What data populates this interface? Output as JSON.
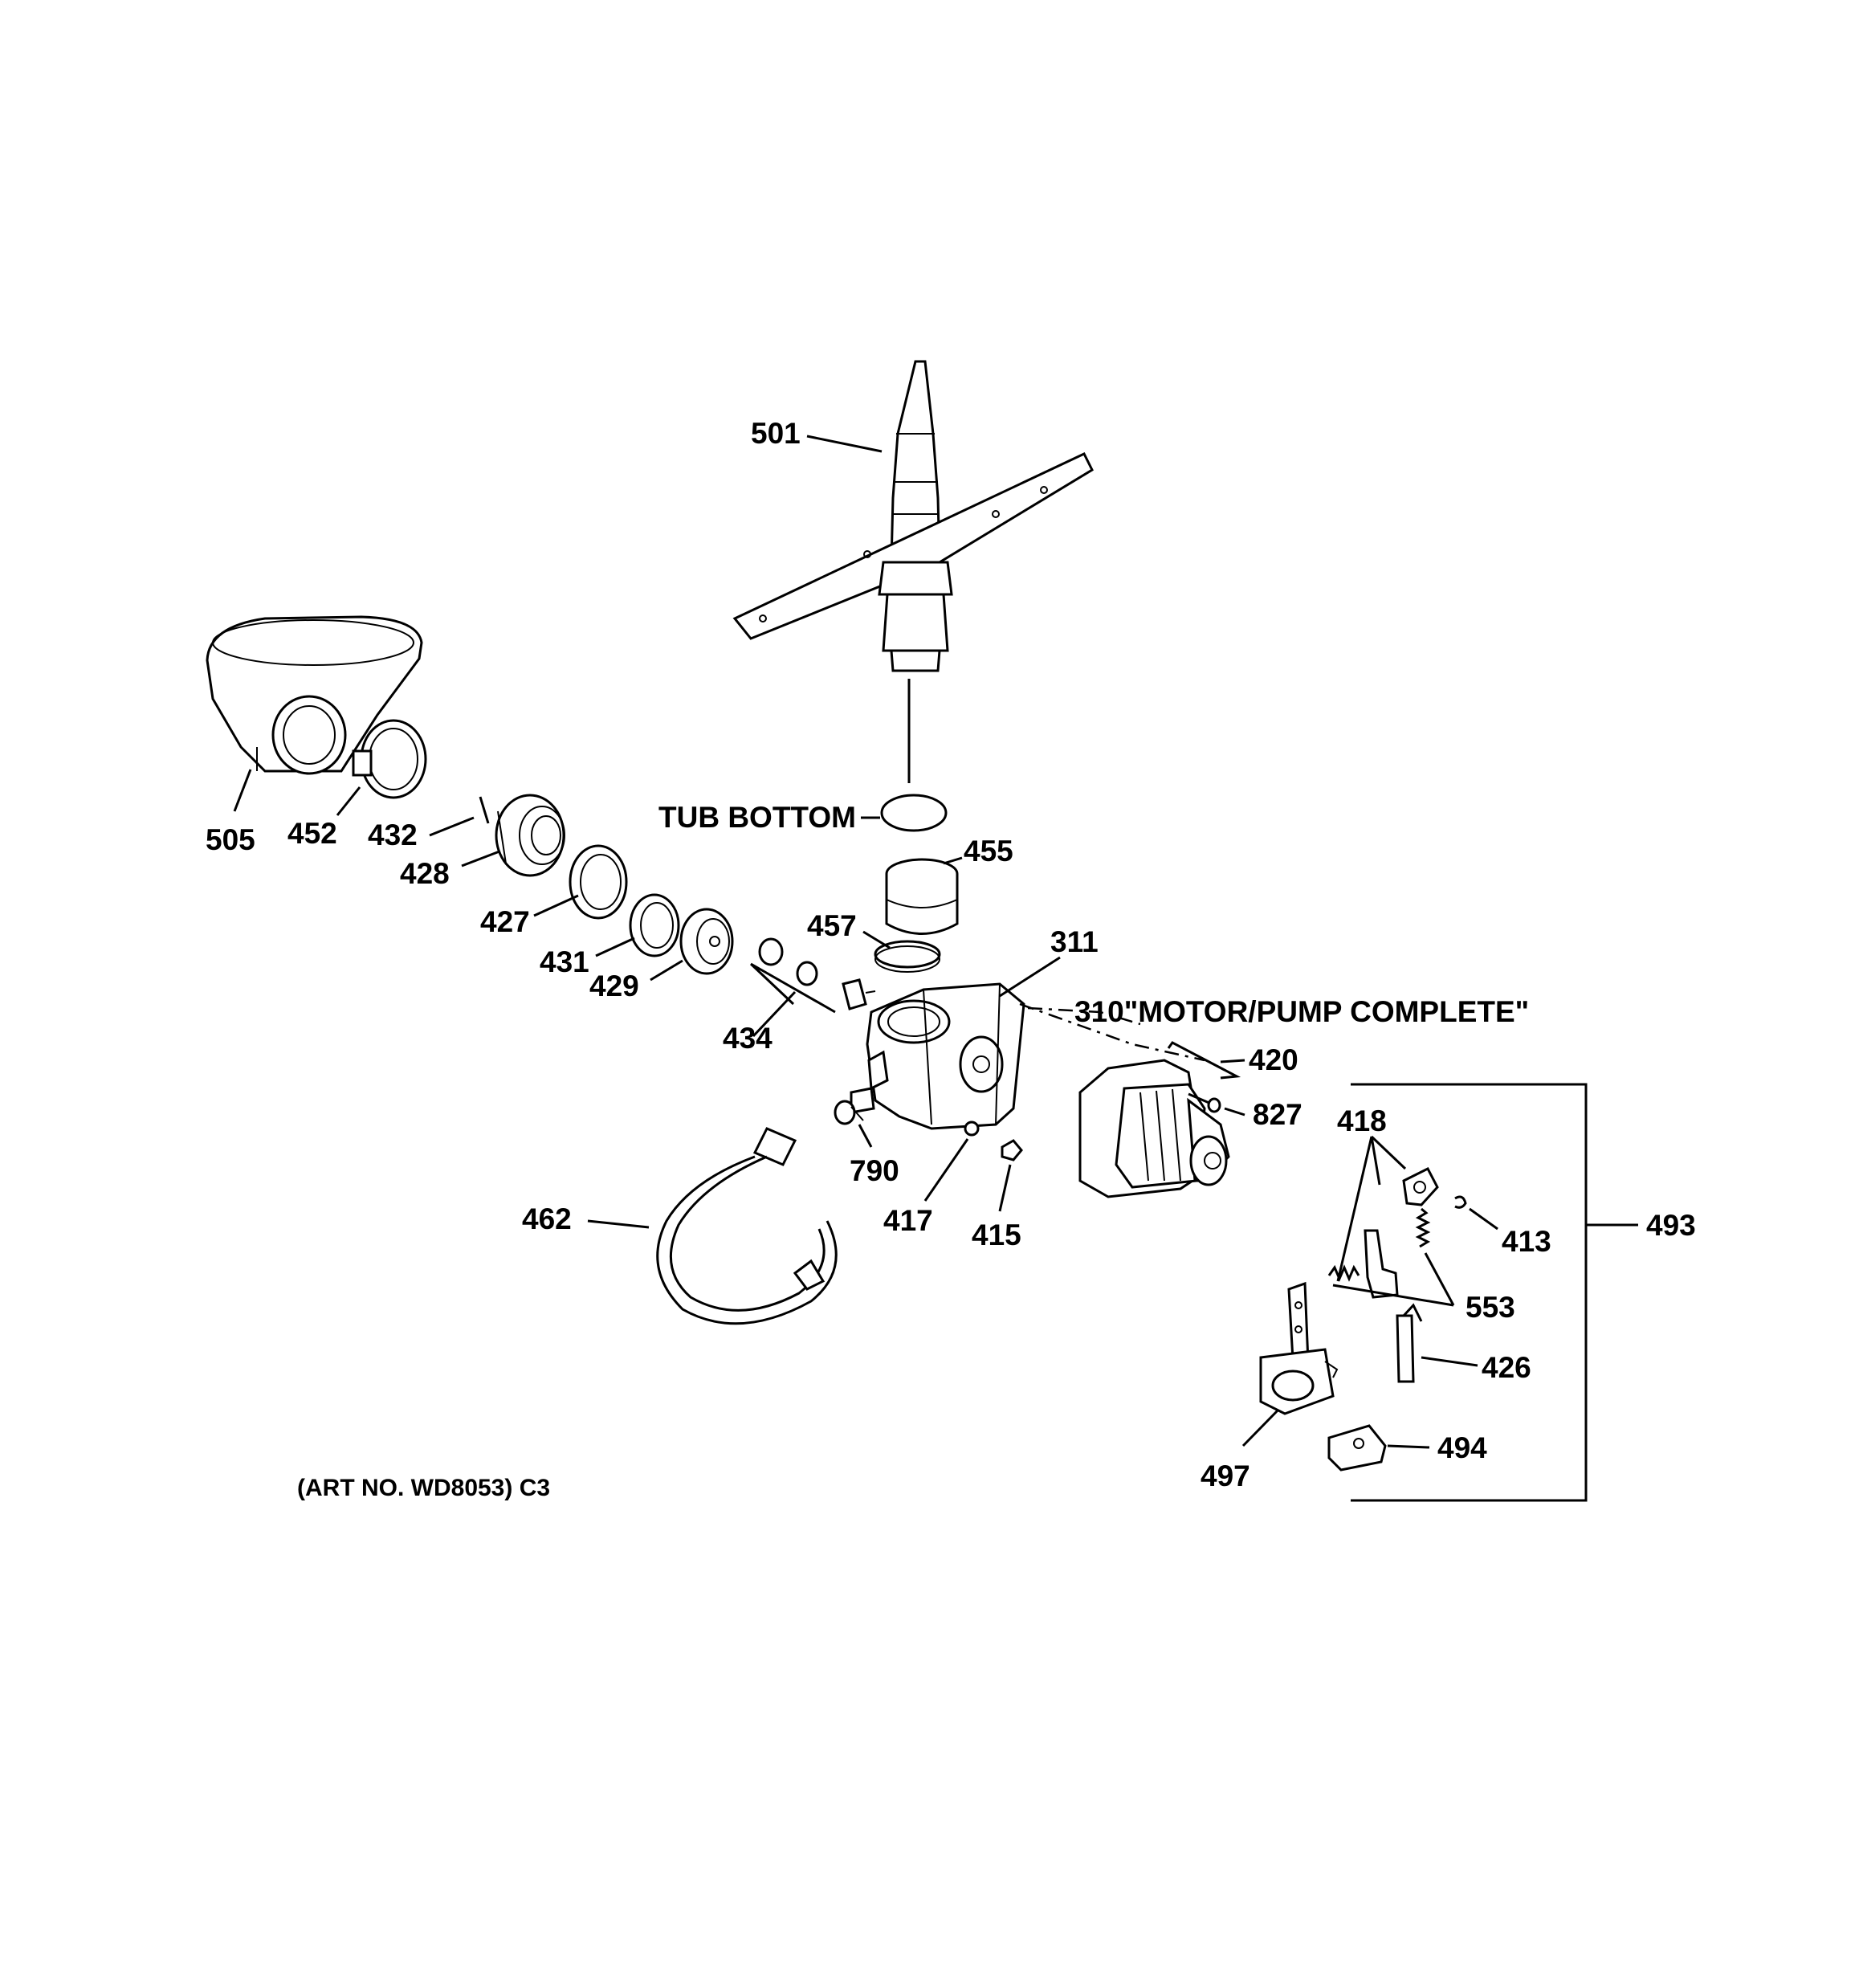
{
  "labels": {
    "l501": "501",
    "l505": "505",
    "l452": "452",
    "l432": "432",
    "l428": "428",
    "l427": "427",
    "l431": "431",
    "l429": "429",
    "l434": "434",
    "l455": "455",
    "l457": "457",
    "l311": "311",
    "l420": "420",
    "l827": "827",
    "l790": "790",
    "l417": "417",
    "l415": "415",
    "l462": "462",
    "l418": "418",
    "l413": "413",
    "l493": "493",
    "l553": "553",
    "l426": "426",
    "l494": "494",
    "l497": "497"
  },
  "annotations": {
    "tub_bottom": "TUB BOTTOM",
    "motor_pump": "310\"MOTOR/PUMP COMPLETE\"",
    "art_no": "(ART NO. WD8053) C3"
  }
}
